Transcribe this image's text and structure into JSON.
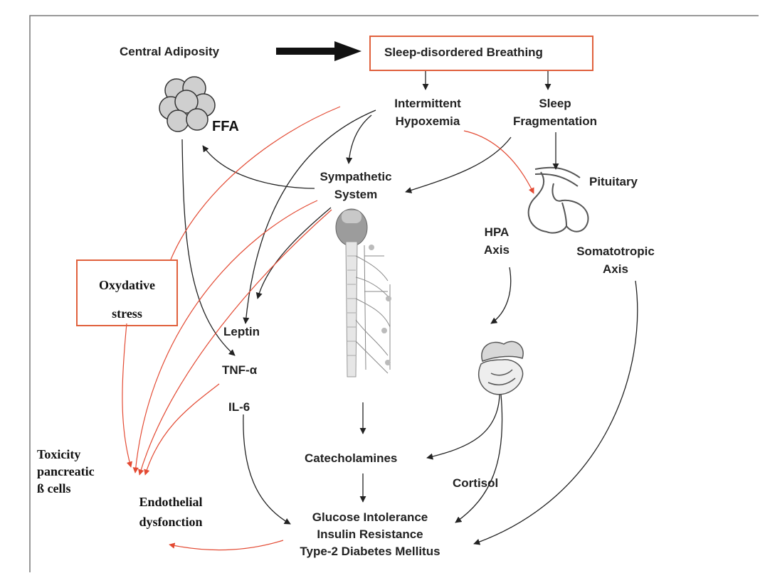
{
  "nodes": {
    "central_adiposity": "Central Adiposity",
    "sleep_disordered_breathing": "Sleep-disordered Breathing",
    "intermittent_hypoxemia": [
      "Intermittent",
      "Hypoxemia"
    ],
    "sleep_fragmentation": [
      "Sleep",
      "Fragmentation"
    ],
    "ffa": "FFA",
    "sympathetic_system": [
      "Sympathetic",
      "System"
    ],
    "pituitary": "Pituitary",
    "hpa_axis": [
      "HPA",
      "Axis"
    ],
    "somatotropic_axis": [
      "Somatotropic",
      "Axis"
    ],
    "oxydative_stress": [
      "Oxydative",
      "stress"
    ],
    "leptin": "Leptin",
    "tnf_alpha": "TNF-α",
    "il6": "IL-6",
    "catecholamines": "Catecholamines",
    "cortisol": "Cortisol",
    "toxicity": [
      "Toxicity",
      "pancreatic",
      "ß cells"
    ],
    "endothelial_dysfonction": [
      "Endothelial",
      "dysfonction"
    ],
    "outcome": [
      "Glucose Intolerance",
      "Insulin Resistance",
      "Type-2 Diabetes Mellitus"
    ]
  },
  "colors": {
    "highlight_box": "#e0603c",
    "red_arrow": "#e34a33",
    "black_arrow": "#222222",
    "frame": "#555555"
  },
  "icons": [
    "adipocyte-cluster-icon",
    "pituitary-gland-icon",
    "nervous-system-icon",
    "adrenal-gland-icon"
  ]
}
